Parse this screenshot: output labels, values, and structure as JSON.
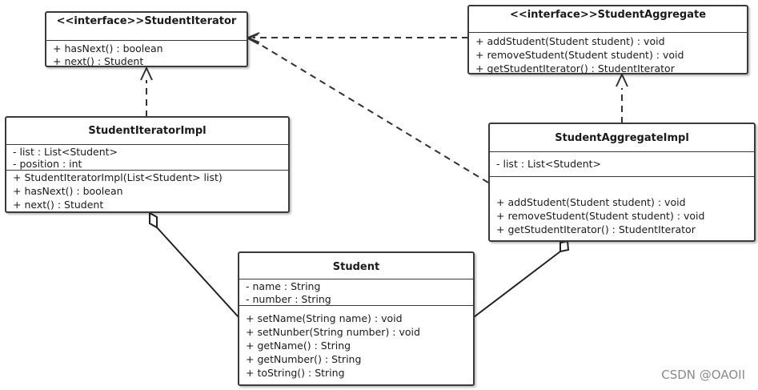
{
  "classes": {
    "student_iterator": {
      "name": "<<interface>>StudentIterator",
      "attributes": [],
      "methods": [
        "+ hasNext()   : boolean",
        "+ next() : Student"
      ]
    },
    "student_aggregate": {
      "name": "<<interface>>StudentAggregate",
      "attributes": [],
      "methods": [
        "+ addStudent(Student student) : void",
        "+ removeStudent(Student student) : void",
        "+ getStudentIterator() : StudentIterator"
      ]
    },
    "student_iterator_impl": {
      "name": "StudentIteratorImpl",
      "attributes": [
        "- list : List<Student>",
        "- position : int"
      ],
      "methods": [
        "+ StudentIteratorImpl(List<Student> list)",
        "+ hasNext()   : boolean",
        "+ next() : Student"
      ]
    },
    "student_aggregate_impl": {
      "name": "StudentAggregateImpl",
      "attributes": [
        "- list : List<Student>"
      ],
      "methods": [
        "+ addStudent(Student student) : void",
        "+ removeStudent(Student student) : void",
        "+ getStudentIterator() : StudentIterator"
      ]
    },
    "student": {
      "name": "Student",
      "attributes": [
        "- name : String",
        "- number : String"
      ],
      "methods": [
        "+ setName(String name) : void",
        "+ setNunber(String number) : void",
        "+ getName() : String",
        "+ getNumber() : String",
        "+ toString() : String"
      ]
    }
  },
  "relations": [
    {
      "type": "realization",
      "from": "student_iterator_impl",
      "to": "student_iterator"
    },
    {
      "type": "realization",
      "from": "student_aggregate_impl",
      "to": "student_aggregate"
    },
    {
      "type": "dependency",
      "from": "student_aggregate",
      "to": "student_iterator"
    },
    {
      "type": "dependency",
      "from": "student_aggregate_impl",
      "to": "student_iterator"
    },
    {
      "type": "aggregation",
      "from": "student_iterator_impl",
      "to": "student"
    },
    {
      "type": "aggregation",
      "from": "student_aggregate_impl",
      "to": "student"
    }
  ],
  "watermark": "CSDN @OAOII",
  "colors": {
    "line": "#3a3a3a",
    "border": "#3a3a3a",
    "watermark": "#8a8a8a"
  }
}
